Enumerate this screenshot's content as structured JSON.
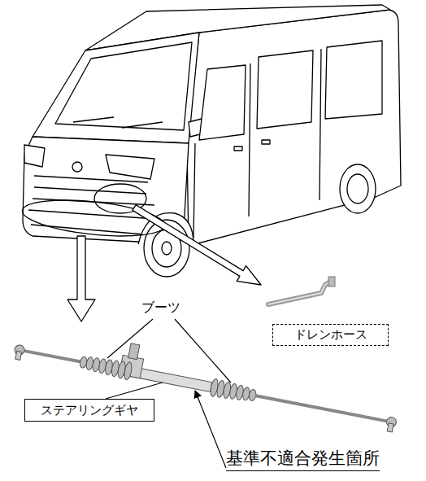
{
  "diagram": {
    "nodes": [
      {
        "text": [
          "ドレンホース"
        ]
      },
      {
        "text": [
          "ステアリングギヤ"
        ]
      }
    ],
    "labels": [
      "ブーツ",
      "基準不適合発生箇所"
    ]
  }
}
